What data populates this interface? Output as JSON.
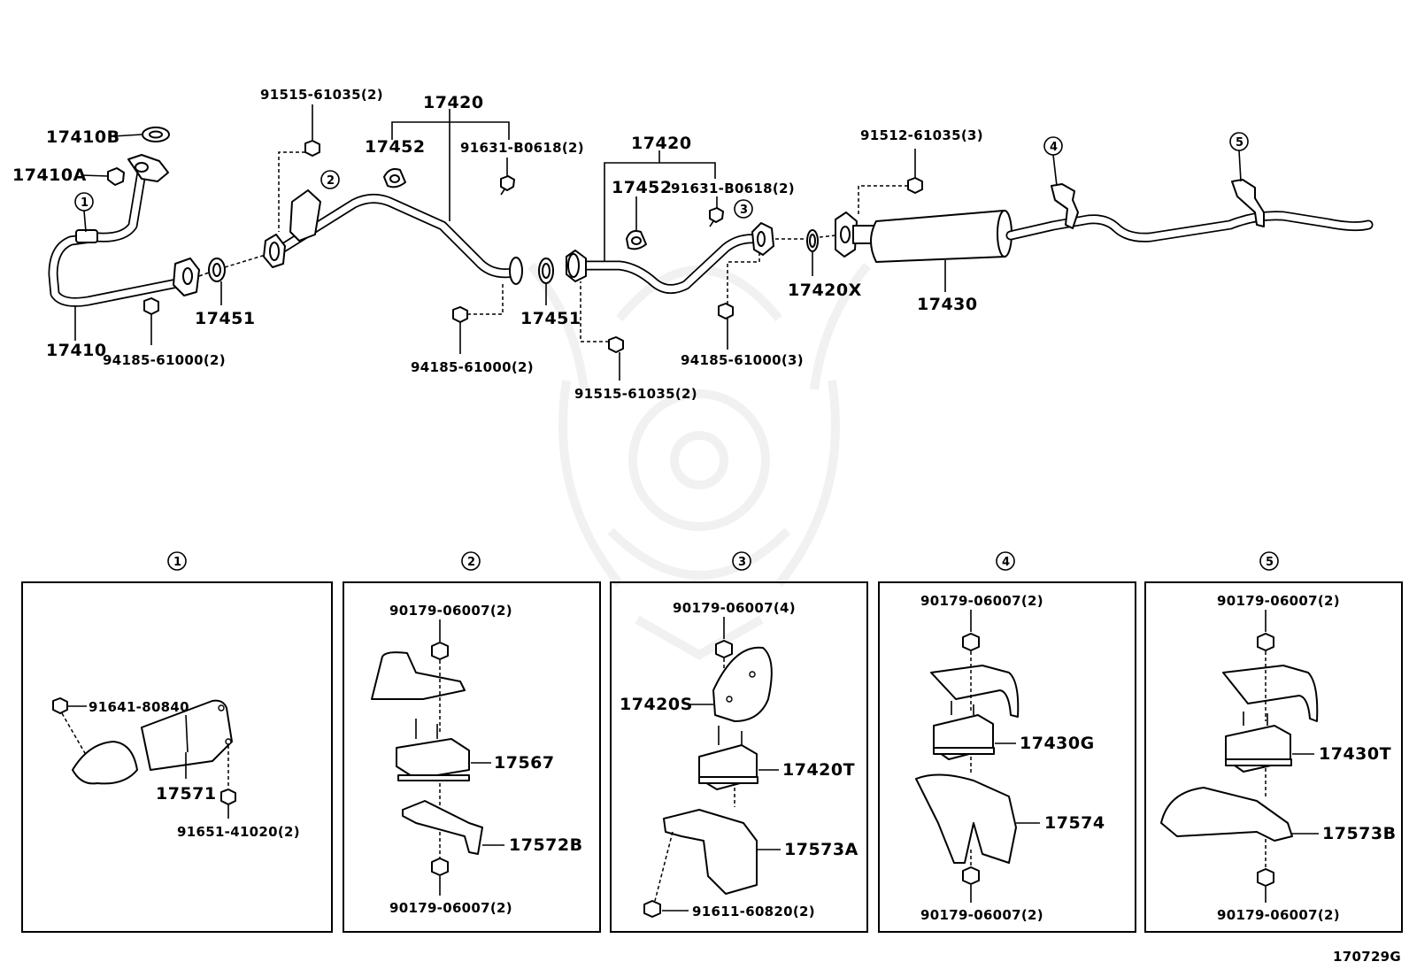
{
  "diagram_id": "170729G",
  "labels": {
    "p17410B": "17410B",
    "p17410A": "17410A",
    "p17410": "17410",
    "p94185_61000_2a": "94185-61000(2)",
    "p17451a": "17451",
    "p91515_61035_2a": "91515-61035(2)",
    "p17420a": "17420",
    "p17452a": "17452",
    "p91631_B0618_2a": "91631-B0618(2)",
    "p94185_61000_2b": "94185-61000(2)",
    "p17451b": "17451",
    "p17420b": "17420",
    "p17452b": "17452",
    "p91631_B0618_2b": "91631-B0618(2)",
    "p91515_61035_2b": "91515-61035(2)",
    "p94185_61000_3": "94185-61000(3)",
    "p17420X": "17420X",
    "p91512_61035_3": "91512-61035(3)",
    "p17430": "17430"
  },
  "callouts": [
    "1",
    "2",
    "3",
    "4",
    "5"
  ],
  "details": {
    "d1": {
      "num": "1",
      "a": "91641-80840",
      "b": "17571",
      "c": "91651-41020(2)"
    },
    "d2": {
      "num": "2",
      "a": "90179-06007(2)",
      "b": "17567",
      "c": "17572B",
      "d": "90179-06007(2)"
    },
    "d3": {
      "num": "3",
      "a": "90179-06007(4)",
      "b": "17420S",
      "c": "17420T",
      "d": "17573A",
      "e": "91611-60820(2)"
    },
    "d4": {
      "num": "4",
      "a": "90179-06007(2)",
      "b": "17430G",
      "c": "17574",
      "d": "90179-06007(2)"
    },
    "d5": {
      "num": "5",
      "a": "90179-06007(2)",
      "b": "17430T",
      "c": "17573B",
      "d": "90179-06007(2)"
    }
  }
}
